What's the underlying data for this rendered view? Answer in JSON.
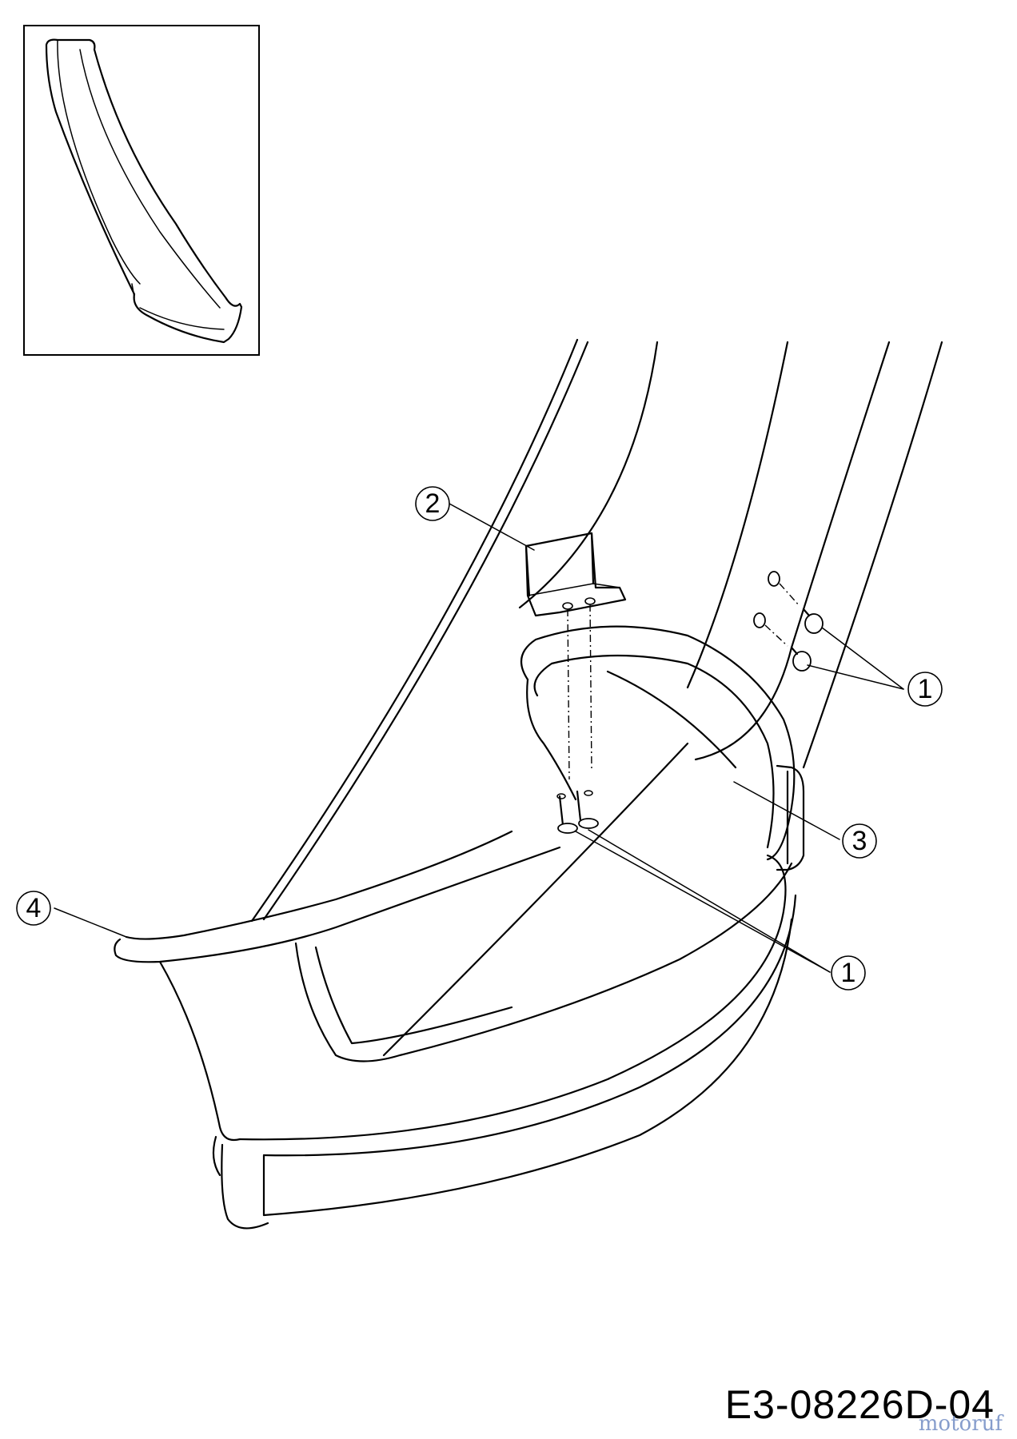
{
  "drawing_code": "E3-08226D-04",
  "watermark": "motoruf",
  "callouts": [
    {
      "label": "1"
    },
    {
      "label": "1"
    },
    {
      "label": "2"
    },
    {
      "label": "3"
    },
    {
      "label": "4"
    }
  ]
}
